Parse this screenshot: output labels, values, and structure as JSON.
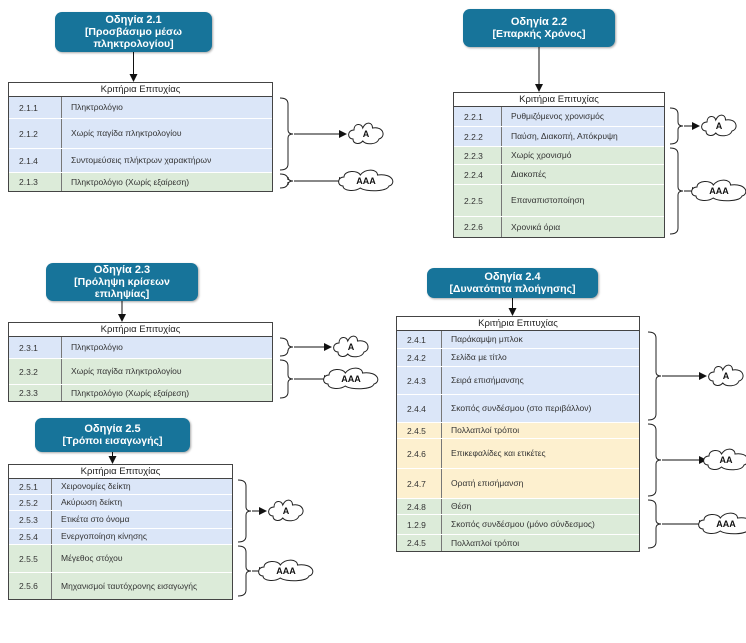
{
  "guidelines": [
    {
      "title": "Οδηγία 2.1",
      "subtitle": "[Προσβάσιμο μέσω πληκτρολογίου]",
      "table_header": "Κριτήρια Επιτυχίας",
      "rows": [
        {
          "num": "2.1.1",
          "label": "Πληκτρολόγιο",
          "level": "A"
        },
        {
          "num": "2.1.2",
          "label": "Χωρίς παγίδα πληκτρολογίου",
          "level": "A"
        },
        {
          "num": "2.1.4",
          "label": "Συντομεύσεις πλήκτρων χαρακτήρων",
          "level": "A"
        },
        {
          "num": "2.1.3",
          "label": "Πληκτρολόγιο (Χωρίς εξαίρεση)",
          "level": "AAA"
        }
      ]
    },
    {
      "title": "Οδηγία 2.2",
      "subtitle": "[Επαρκής Χρόνος]",
      "table_header": "Κριτήρια Επιτυχίας",
      "rows": [
        {
          "num": "2.2.1",
          "label": "Ρυθμιζόμενος χρονισμός",
          "level": "A"
        },
        {
          "num": "2.2.2",
          "label": "Παύση, Διακοπή, Απόκρυψη",
          "level": "A"
        },
        {
          "num": "2.2.3",
          "label": "Χωρίς χρονισμό",
          "level": "AAA"
        },
        {
          "num": "2.2.4",
          "label": "Διακοπές",
          "level": "AAA"
        },
        {
          "num": "2.2.5",
          "label": "Επαναπιστοποίηση",
          "level": "AAA"
        },
        {
          "num": "2.2.6",
          "label": "Χρονικά όρια",
          "level": "AAA"
        }
      ]
    },
    {
      "title": "Οδηγία 2.3",
      "subtitle": "[Πρόληψη κρίσεων επιληψίας]",
      "table_header": "Κριτήρια Επιτυχίας",
      "rows": [
        {
          "num": "2.3.1",
          "label": "Πληκτρολόγιο",
          "level": "A"
        },
        {
          "num": "2.3.2",
          "label": "Χωρίς παγίδα πληκτρολογίου",
          "level": "AAA"
        },
        {
          "num": "2.3.3",
          "label": "Πληκτρολόγιο (Χωρίς εξαίρεση)",
          "level": "AAA"
        }
      ]
    },
    {
      "title": "Οδηγία 2.4",
      "subtitle": "[Δυνατότητα πλοήγησης]",
      "table_header": "Κριτήρια Επιτυχίας",
      "rows": [
        {
          "num": "2.4.1",
          "label": "Παράκαμψη μπλοκ",
          "level": "A"
        },
        {
          "num": "2.4.2",
          "label": "Σελίδα με τίτλο",
          "level": "A"
        },
        {
          "num": "2.4.3",
          "label": "Σειρά επισήμανσης",
          "level": "A"
        },
        {
          "num": "2.4.4",
          "label": "Σκοπός συνδέσμου (στο περιβάλλον)",
          "level": "A"
        },
        {
          "num": "2.4.5",
          "label": "Πολλαπλοί τρόποι",
          "level": "AA"
        },
        {
          "num": "2.4.6",
          "label": "Επικεφαλίδες και ετικέτες",
          "level": "AA"
        },
        {
          "num": "2.4.7",
          "label": "Ορατή επισήμανση",
          "level": "AA"
        },
        {
          "num": "2.4.8",
          "label": "Θέση",
          "level": "AAA"
        },
        {
          "num": "1.2.9",
          "label": "Σκοπός συνδέσμου (μόνο σύνδεσμος)",
          "level": "AAA"
        },
        {
          "num": "2.4.5",
          "label": "Πολλαπλοί τρόποι",
          "level": "AAA"
        }
      ]
    },
    {
      "title": "Οδηγία 2.5",
      "subtitle": "[Τρόποι εισαγωγής]",
      "table_header": "Κριτήρια Επιτυχίας",
      "rows": [
        {
          "num": "2.5.1",
          "label": "Χειρονομίες δείκτη",
          "level": "A"
        },
        {
          "num": "2.5.2",
          "label": "Ακύρωση δείκτη",
          "level": "A"
        },
        {
          "num": "2.5.3",
          "label": "Ετικέτα στο όνομα",
          "level": "A"
        },
        {
          "num": "2.5.4",
          "label": "Ενεργοποίηση κίνησης",
          "level": "A"
        },
        {
          "num": "2.5.5",
          "label": "Μέγεθος στόχου",
          "level": "AAA"
        },
        {
          "num": "2.5.6",
          "label": "Μηχανισμοί ταυτόχρονης εισαγωγής",
          "level": "AAA"
        }
      ]
    }
  ],
  "levels": {
    "A": "A",
    "AA": "AA",
    "AAA": "AAA"
  },
  "colors": {
    "header_bg": "#17749a",
    "level_A_row": "#dbe6f8",
    "level_AA_row": "#fdf0cf",
    "level_AAA_row": "#dcebd9"
  }
}
